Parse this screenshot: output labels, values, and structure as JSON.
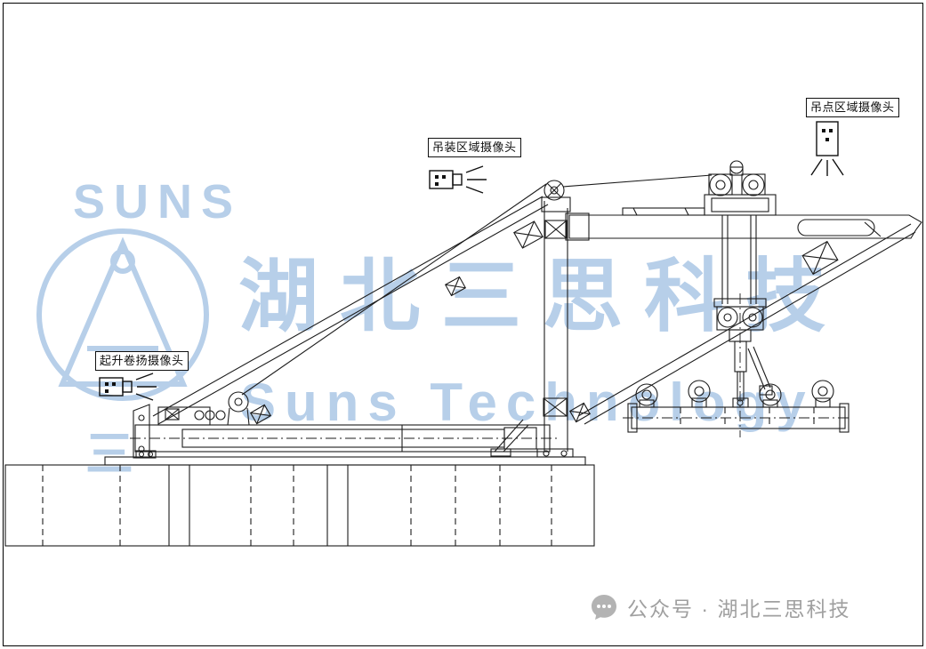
{
  "colors": {
    "background": "#ffffff",
    "border": "#000000",
    "line": "#1c1c1c",
    "watermark": "#b7cfe9",
    "footer_text": "#a0a0a0",
    "footer_icon": "#b3b3b3"
  },
  "watermark": {
    "brand_short": "SUNS",
    "brand_cn": "湖北三思科技",
    "brand_en": "Suns  Technology",
    "partial_char": "三"
  },
  "callouts": {
    "lift_point_camera": {
      "label": "吊点区域摄像头"
    },
    "hoisting_area_camera": {
      "label": "吊装区域摄像头"
    },
    "hoist_winch_camera": {
      "label": "起升卷扬摄像头"
    }
  },
  "footer": {
    "account_text": "公众号 · 湖北三思科技"
  }
}
